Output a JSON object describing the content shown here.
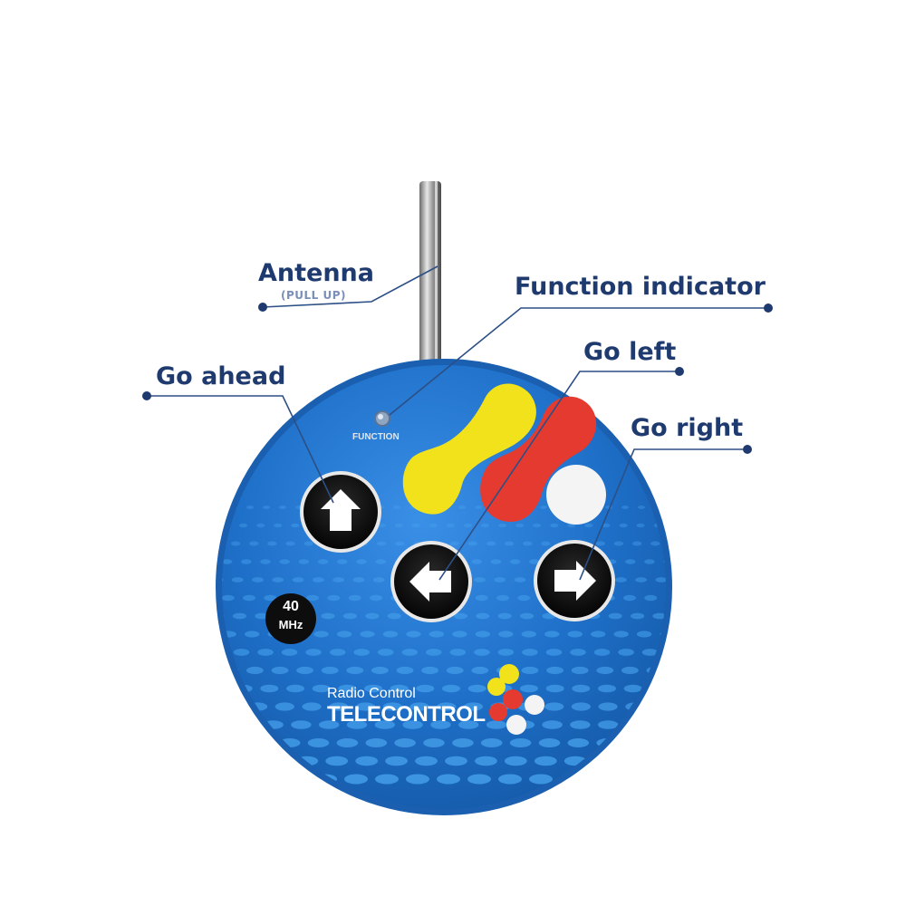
{
  "callouts": {
    "antenna": "Antenna",
    "antenna_sub": "(PULL UP)",
    "function_indicator": "Function indicator",
    "go_ahead": "Go ahead",
    "go_left": "Go left",
    "go_right": "Go right"
  },
  "device": {
    "function_label": "FUNCTION",
    "frequency_value": "40",
    "frequency_unit": "MHz",
    "brand_line1": "Radio Control",
    "brand_line2": "TELECONTROL"
  },
  "colors": {
    "callout_text": "#1f3a6e",
    "leader_line": "#2c4f86",
    "body_blue": "#1e6fc8",
    "rim_blue": "#1a5fb0",
    "button_dark": "#111111",
    "logo_yellow": "#f2e21c",
    "logo_red": "#e53a30",
    "logo_white": "#f4f4f4"
  },
  "icons": {
    "ahead": "arrow-up-icon",
    "left": "arrow-left-icon",
    "right": "arrow-right-icon"
  }
}
